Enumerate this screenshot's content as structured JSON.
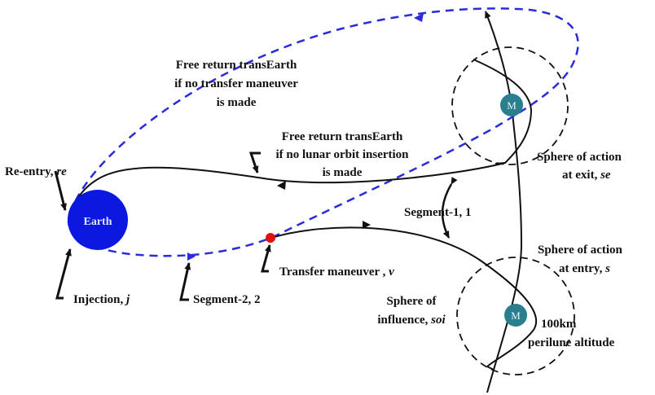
{
  "colors": {
    "free_return": "#2b2bd9",
    "earth": "#0a18e0",
    "moon": "#2a7f8f",
    "maneuver": "#e01010",
    "line": "#111111"
  },
  "earth_label": "Earth",
  "moon_label": "M",
  "labels": {
    "free_return_transfer": [
      "Free return transEarth",
      "if no transfer maneuver",
      "is made"
    ],
    "free_return_loi": [
      "Free return transEarth",
      "if no lunar orbit insertion",
      "is made"
    ],
    "reentry": {
      "text": "Re-entry, ",
      "sym": "re"
    },
    "injection": {
      "text": "Injection, ",
      "sym": "j"
    },
    "segment2": "Segment-2, 2",
    "transfer": {
      "text": "Transfer maneuver , ",
      "sym": "v"
    },
    "segment1": "Segment-1, 1",
    "soa_exit": {
      "line1": "Sphere of action",
      "line2": "at exit, ",
      "sym": "se"
    },
    "soa_entry": {
      "line1": "Sphere of action",
      "line2": "at entry, ",
      "sym": "s"
    },
    "soi": {
      "line1": "Sphere of",
      "line2": "influence, ",
      "sym": "soi"
    },
    "perilune": [
      "100km",
      "perilune altitude"
    ]
  }
}
